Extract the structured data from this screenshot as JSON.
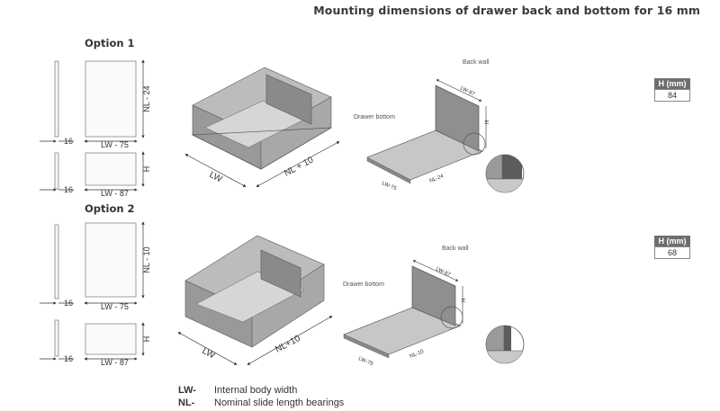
{
  "title": "Mounting dimensions of drawer back and bottom for 16 mm",
  "options": [
    {
      "label": "Option 1",
      "side_thickness": "16",
      "back_width": "LW - 75",
      "back_height": "NL - 24",
      "bottom_width": "LW - 87",
      "bottom_height": "H",
      "iso_width": "LW",
      "iso_length": "NL + 10",
      "back_wall_label": "Back wall",
      "drawer_bottom_label": "Drawer bottom",
      "detail_back_dim": "LW-87",
      "detail_height_dim": "H",
      "detail_bottom_width": "LW-75",
      "detail_bottom_length": "NL-24",
      "h_header": "H (mm)",
      "h_value": "84"
    },
    {
      "label": "Option 2",
      "side_thickness": "16",
      "back_width": "LW - 75",
      "back_height": "NL - 10",
      "bottom_width": "LW - 87",
      "bottom_height": "H",
      "iso_width": "LW",
      "iso_length": "NL+10",
      "back_wall_label": "Back wall",
      "drawer_bottom_label": "Drawer bottom",
      "detail_back_dim": "LW-87",
      "detail_height_dim": "H",
      "detail_bottom_width": "LW-75",
      "detail_bottom_length": "NL-10",
      "h_header": "H (mm)",
      "h_value": "68"
    }
  ],
  "legend": [
    {
      "abbr": "LW-",
      "text": "Internal body width"
    },
    {
      "abbr": "NL-",
      "text": "Nominal slide length bearings"
    }
  ]
}
